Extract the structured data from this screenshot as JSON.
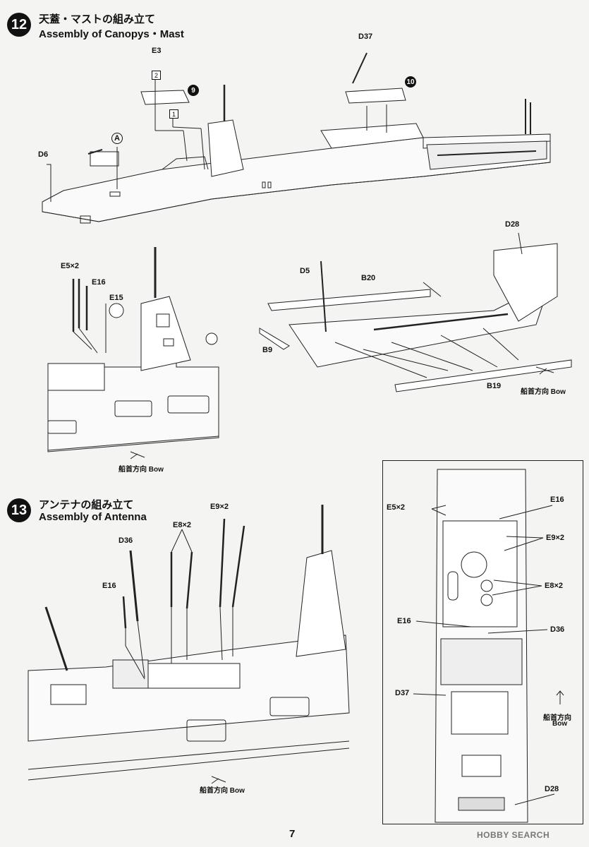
{
  "step12": {
    "number": "12",
    "title_jp": "天蓋・マストの組み立て",
    "title_en": "Assembly of Canopys・Mast",
    "labels": {
      "e3": "E3",
      "d37": "D37",
      "d6": "D6",
      "d28": "D28",
      "d5": "D5",
      "b20": "B20",
      "b9": "B9",
      "b19": "B19",
      "e5x2": "E5×2",
      "e16": "E16",
      "e15": "E15"
    },
    "ref_step_9": "9",
    "ref_step_10": "10",
    "ref_a": "A",
    "box1": "1",
    "box2": "2",
    "bow_left_jp": "船首方向",
    "bow_left_en": "Bow",
    "bow_right_jp": "船首方向",
    "bow_right_en": "Bow"
  },
  "step13": {
    "number": "13",
    "title_jp": "アンテナの組み立て",
    "title_en": "Assembly of Antenna",
    "labels": {
      "e9x2": "E9×2",
      "e8x2": "E8×2",
      "d36": "D36",
      "e16": "E16"
    },
    "bow_jp": "船首方向",
    "bow_en": "Bow"
  },
  "inset": {
    "labels": {
      "e5x2": "E5×2",
      "e16_top": "E16",
      "e9x2": "E9×2",
      "e8x2": "E8×2",
      "e16": "E16",
      "d36": "D36",
      "d37": "D37",
      "d28": "D28"
    },
    "bow_jp": "船首方向",
    "bow_en": "Bow"
  },
  "footer": {
    "page_number": "7",
    "watermark": "HOBBY SEARCH"
  }
}
